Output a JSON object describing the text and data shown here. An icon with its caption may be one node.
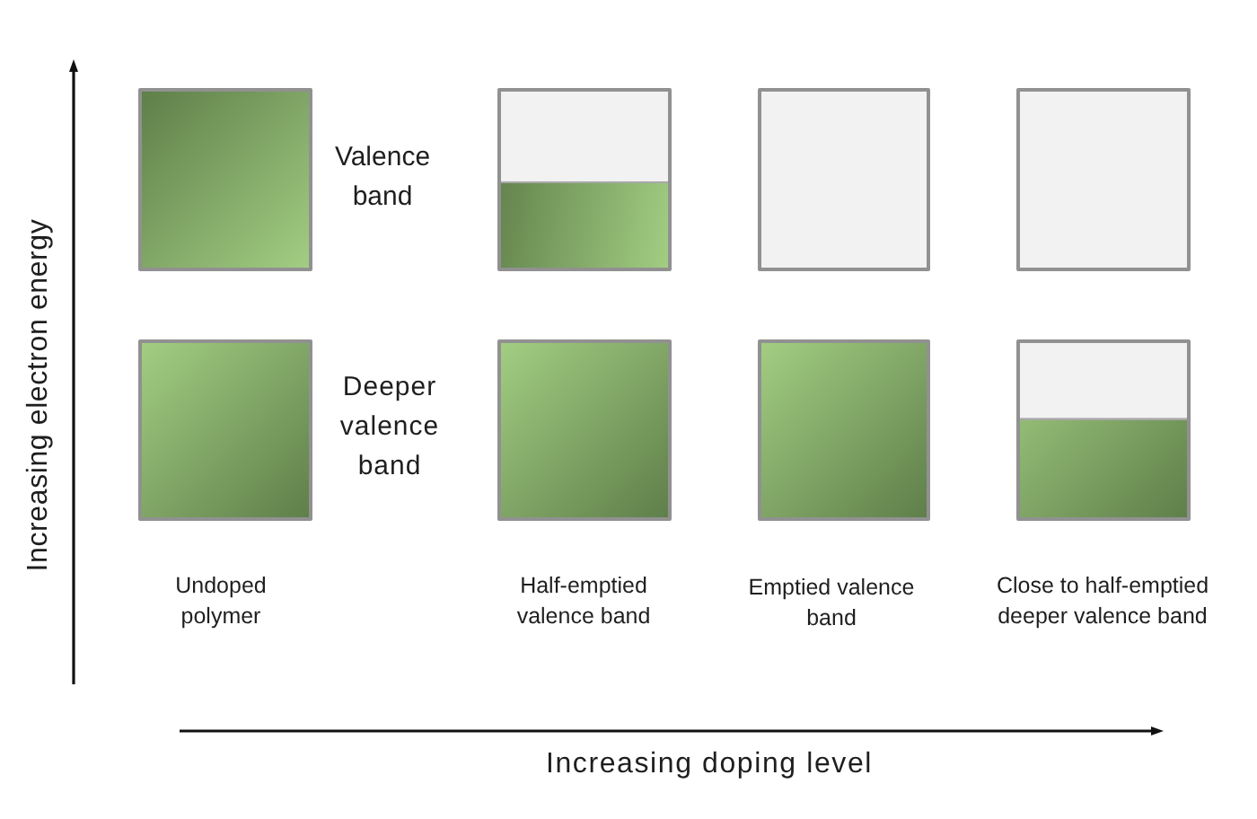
{
  "diagram": {
    "nodes": [
      {
        "text": [],
        "shape": "box"
      },
      {
        "text": [],
        "shape": "box"
      },
      {
        "text": [],
        "shape": "box"
      },
      {
        "text": [],
        "shape": "box"
      },
      {
        "text": [],
        "shape": "box"
      },
      {
        "text": [],
        "shape": "box"
      },
      {
        "text": [],
        "shape": "box"
      },
      {
        "text": [],
        "shape": "box"
      }
    ],
    "labels": [
      "Increasing electron energy",
      "Valence band",
      "Deeper valence band",
      "Undoped polymer",
      "Half-emptied valence band",
      "Emptied valence band",
      "Close to half-emptied deeper valence band",
      "Increasing doping level"
    ]
  }
}
